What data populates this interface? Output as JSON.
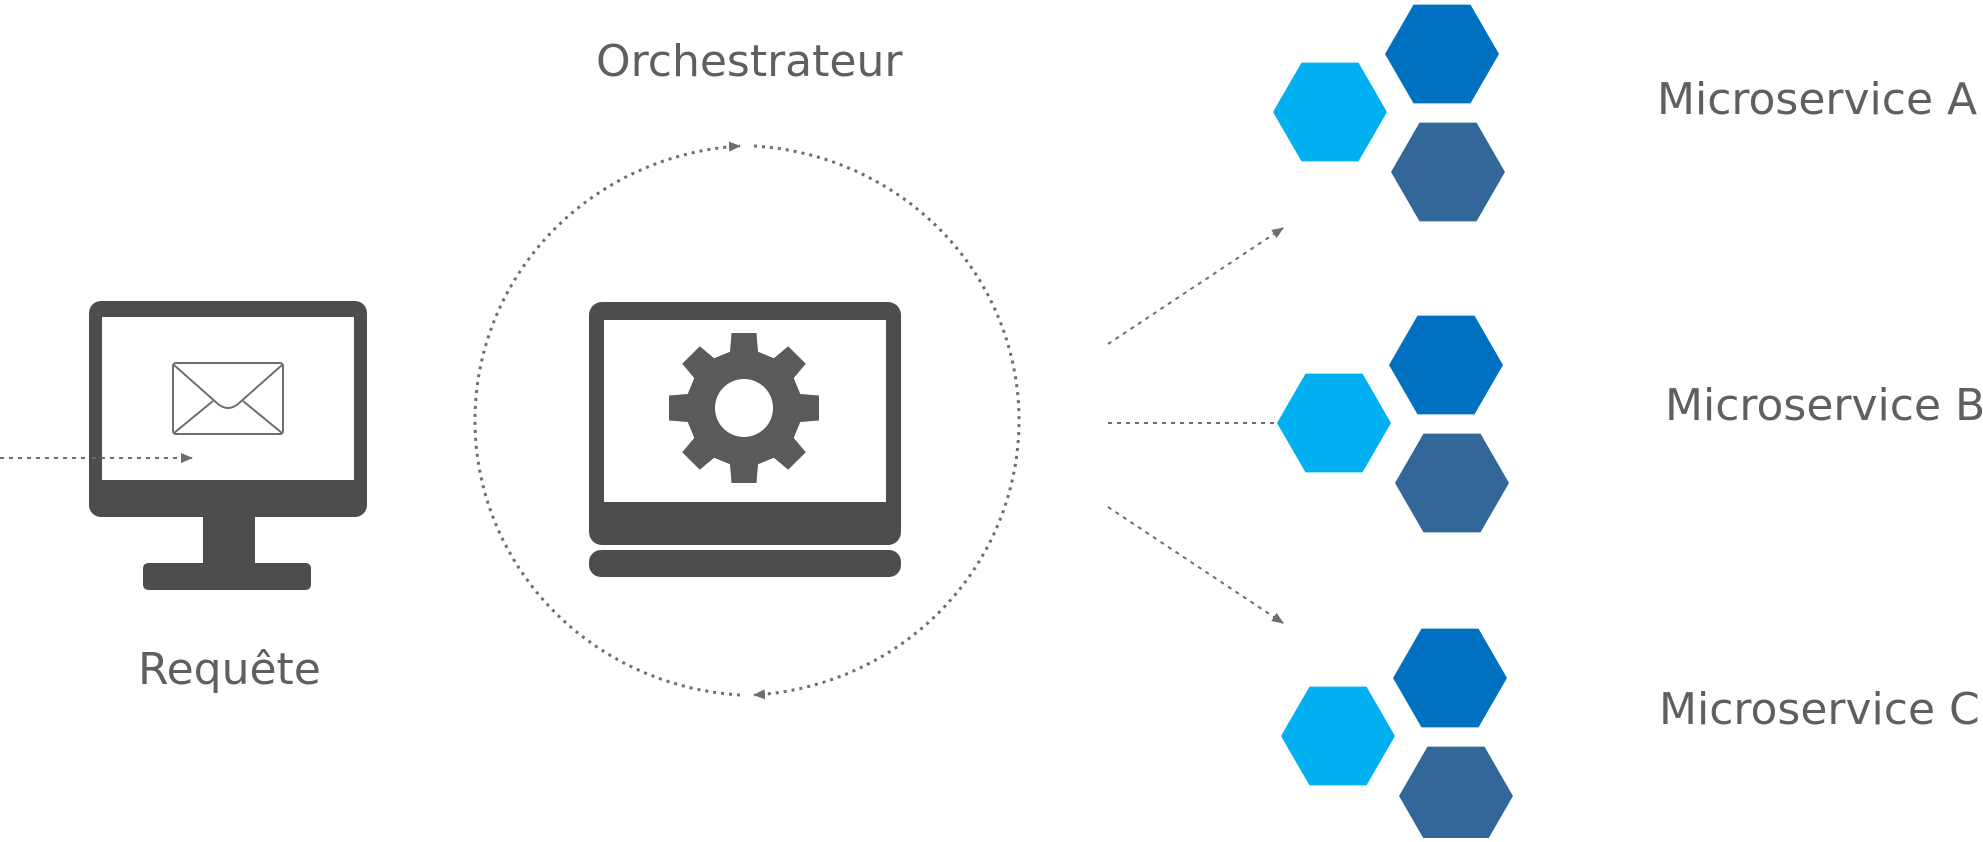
{
  "diagram": {
    "orchestrator_label": "Orchestrateur",
    "request_label": "Requête",
    "microservices": [
      {
        "label": "Microservice A"
      },
      {
        "label": "Microservice B"
      },
      {
        "label": "Microservice C"
      }
    ]
  },
  "colors": {
    "device": "#4d4d4d",
    "gear": "#5a5a5a",
    "screen": "#ffffff",
    "arrow": "#6e6e6e",
    "text": "#5f5f5f",
    "hex_light": "#00b0f0",
    "hex_mid": "#0070c0",
    "hex_dark": "#336699"
  },
  "icons": {
    "request_device": "monitor-icon",
    "request_content": "envelope-icon",
    "orchestrator_device": "laptop-icon",
    "orchestrator_content": "gear-icon",
    "microservice": "hexagon-cluster-icon"
  }
}
